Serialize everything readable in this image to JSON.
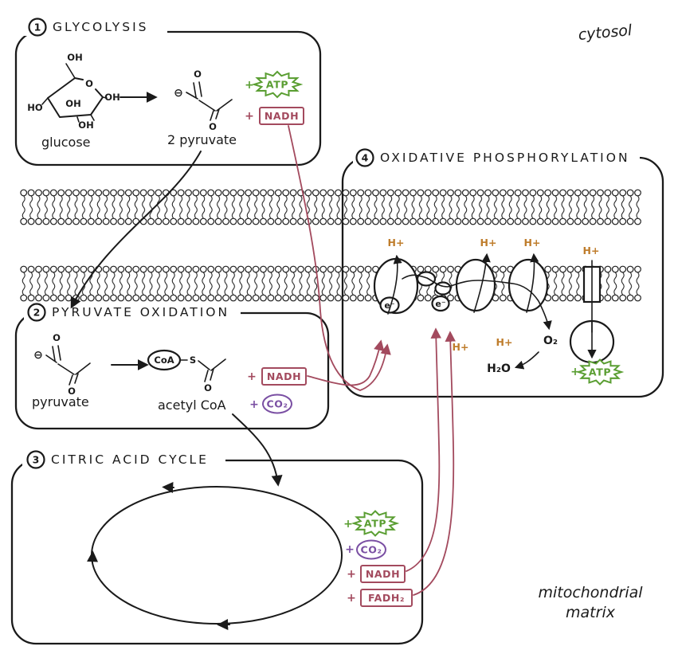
{
  "cytosol_label": "cytosol",
  "matrix_label_line1": "mitochondrial",
  "matrix_label_line2": "matrix",
  "chem": {
    "oh": "OH",
    "ho": "HO",
    "o": "O",
    "s": "S",
    "coa": "CoA",
    "charge": "⊖",
    "plus": "+"
  },
  "glycolysis": {
    "number": "1",
    "title": "GLYCOLYSIS",
    "glucose_label": "glucose",
    "pyruvate_label": "2 pyruvate",
    "atp_label": "ATP",
    "nadh_label": "NADH"
  },
  "pyruvate_oxidation": {
    "number": "2",
    "title": "PYRUVATE OXIDATION",
    "pyruvate_label": "pyruvate",
    "acetyl_label": "acetyl CoA",
    "nadh_label": "NADH",
    "co2_label": "CO₂"
  },
  "citric_acid_cycle": {
    "number": "3",
    "title": "CITRIC ACID CYCLE",
    "atp_label": "ATP",
    "co2_label": "CO₂",
    "nadh_label": "NADH",
    "fadh2_label": "FADH₂"
  },
  "oxidative_phosphorylation": {
    "number": "4",
    "title": "OXIDATIVE PHOSPHORYLATION",
    "hplus_label": "H+",
    "eminus_label": "e⁻",
    "o2_label": "O₂",
    "h2o_label": "H₂O",
    "atp_label": "ATP"
  },
  "colors": {
    "ink": "#1a1a1a",
    "nadh_red": "#a34a5e",
    "atp_green": "#5a9e32",
    "co2_purple": "#7a4fa3",
    "hplus_orange": "#bf7d2c"
  }
}
